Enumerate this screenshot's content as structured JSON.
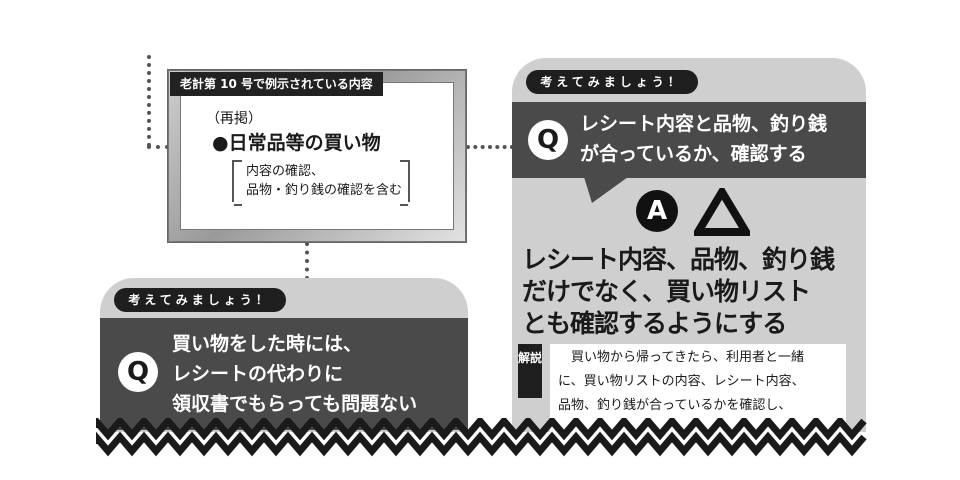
{
  "reference_box": {
    "tag": "老計第 10 号で例示されている内容",
    "repost_label": "（再掲）",
    "item_title": "●日常品等の買い物",
    "details": [
      "内容の確認、",
      "品物・釣り銭の確認を含む"
    ]
  },
  "left_card": {
    "pill": "考えてみましょう！",
    "q_letter": "Q",
    "question_lines": [
      "買い物をした時には、",
      "レシートの代わりに",
      "領収書でもらっても問題ない"
    ]
  },
  "right_card": {
    "pill": "考えてみましょう！",
    "q_letter": "Q",
    "question_lines": [
      "レシート内容と品物、釣り銭",
      "が合っているか、確認する"
    ],
    "a_letter": "A",
    "verdict": "triangle",
    "answer_lines": [
      "レシート内容、品物、釣り銭",
      "だけでなく、買い物リスト",
      "とも確認するようにする"
    ],
    "explanation_tag": "解説",
    "explanation_lines": [
      "　買い物から帰ってきたら、利用者と一緒",
      "に、買い物リストの内容、レシート内容、",
      "品物、釣り銭が合っているかを確認し、"
    ]
  },
  "colors": {
    "card_bg": "#cfcfcf",
    "band_bg": "#4a4a4a",
    "pill_bg": "#1e1e1e",
    "connector": "#555555"
  }
}
